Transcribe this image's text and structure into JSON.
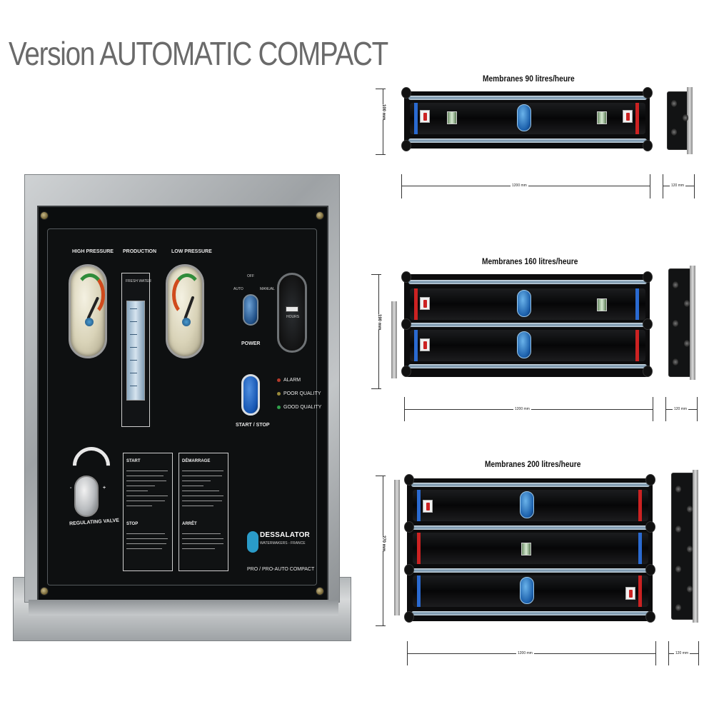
{
  "page_title": "Version AUTOMATIC COMPACT",
  "panel": {
    "high_pressure_label": "HIGH PRESSURE",
    "production_label": "PRODUCTION",
    "low_pressure_label": "LOW PRESSURE",
    "fresh_water_label": "FRESH WATER",
    "switch_labels": {
      "off": "OFF",
      "auto": "AUTO",
      "manual": "MANUAL"
    },
    "power_label": "POWER",
    "hours_label": "HOURS",
    "start_stop_label": "START / STOP",
    "indicators": [
      {
        "label": "ALARM",
        "color": "#b43a2a"
      },
      {
        "label": "POOR QUALITY",
        "color": "#9a8a3a"
      },
      {
        "label": "GOOD QUALITY",
        "color": "#2fa04a"
      }
    ],
    "regulating_valve_label": "REGULATING VALVE",
    "valve_minus": "-",
    "valve_plus": "+",
    "start_title": "START",
    "stop_title": "STOP",
    "demarrage_title": "DÉMARRAGE",
    "arret_title": "ARRÊT",
    "brand_name": "DESSALATOR",
    "brand_tagline": "WATERMAKERS - FRANCE",
    "model_name": "PRO / PRO-AUTO COMPACT"
  },
  "membranes": [
    {
      "title": "Membranes 90 litres/heure",
      "height_label": "100 mm",
      "length_label": "1200 mm",
      "depth_label": "120 mm"
    },
    {
      "title": "Membranes 160 litres/heure",
      "height_label": "190 mm",
      "length_label": "1200 mm",
      "depth_label": "120 mm"
    },
    {
      "title": "Membranes 200 litres/heure",
      "height_label": "270 mm",
      "length_label": "1200 mm",
      "depth_label": "120 mm"
    }
  ]
}
